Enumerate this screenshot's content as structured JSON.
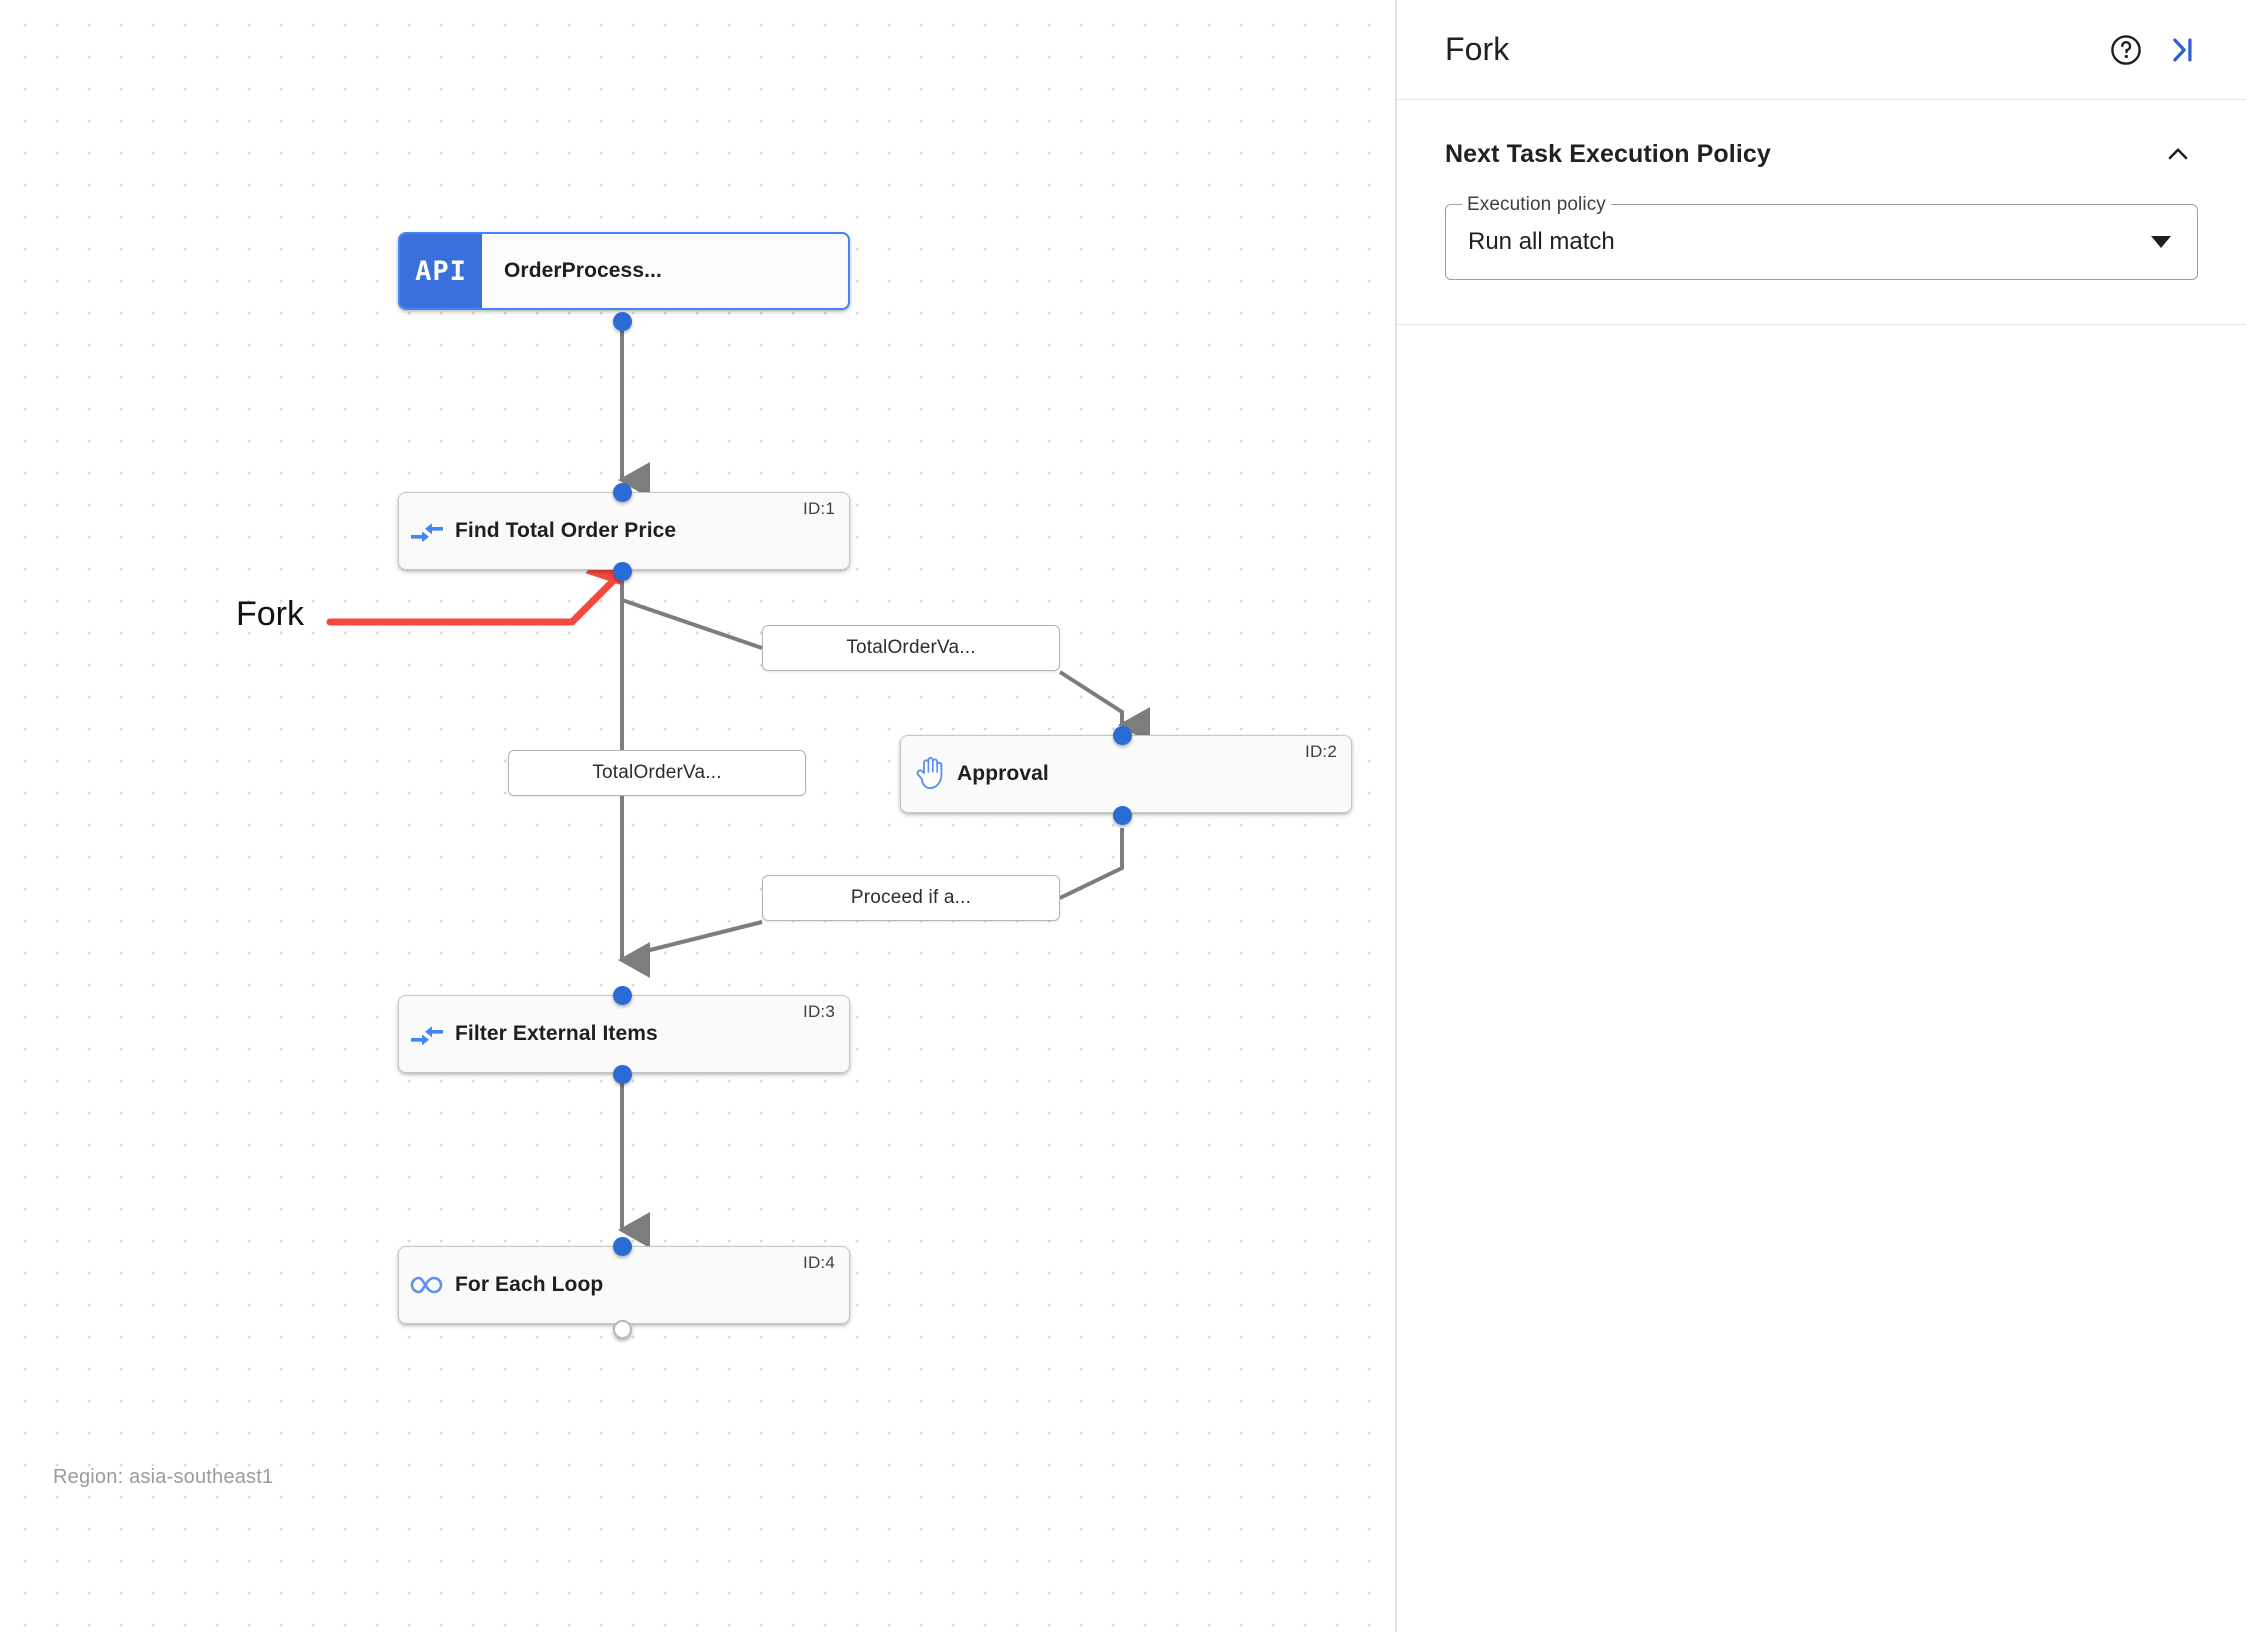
{
  "canvas": {
    "region_label": "Region: asia-southeast1",
    "annotation": {
      "label": "Fork",
      "color": "#f4483c"
    },
    "nodes": [
      {
        "id": "start",
        "badge": "API",
        "title": "OrderProcess...",
        "id_label": "",
        "icon": "api-icon"
      },
      {
        "id": "task1",
        "badge": "",
        "title": "Find Total Order Price",
        "id_label": "ID:1",
        "icon": "compress-arrows-icon"
      },
      {
        "id": "task2",
        "badge": "",
        "title": "Approval",
        "id_label": "ID:2",
        "icon": "raised-hand-icon"
      },
      {
        "id": "task3",
        "badge": "",
        "title": "Filter External Items",
        "id_label": "ID:3",
        "icon": "compress-arrows-icon"
      },
      {
        "id": "task4",
        "badge": "",
        "title": "For Each Loop",
        "id_label": "ID:4",
        "icon": "infinity-loop-icon"
      }
    ],
    "edge_labels": [
      {
        "id": "edge-to-approval",
        "text": "TotalOrderVa..."
      },
      {
        "id": "edge-to-filter",
        "text": "TotalOrderVa..."
      },
      {
        "id": "edge-approval-out",
        "text": "Proceed if a..."
      }
    ]
  },
  "panel": {
    "title": "Fork",
    "help_icon": "help-circle-icon",
    "collapse_icon": "collapse-panel-right-icon",
    "section": {
      "title": "Next Task Execution Policy",
      "toggle_icon": "chevron-up-icon",
      "field": {
        "legend": "Execution policy",
        "value": "Run all match",
        "arrow_icon": "chevron-down-icon"
      }
    }
  }
}
